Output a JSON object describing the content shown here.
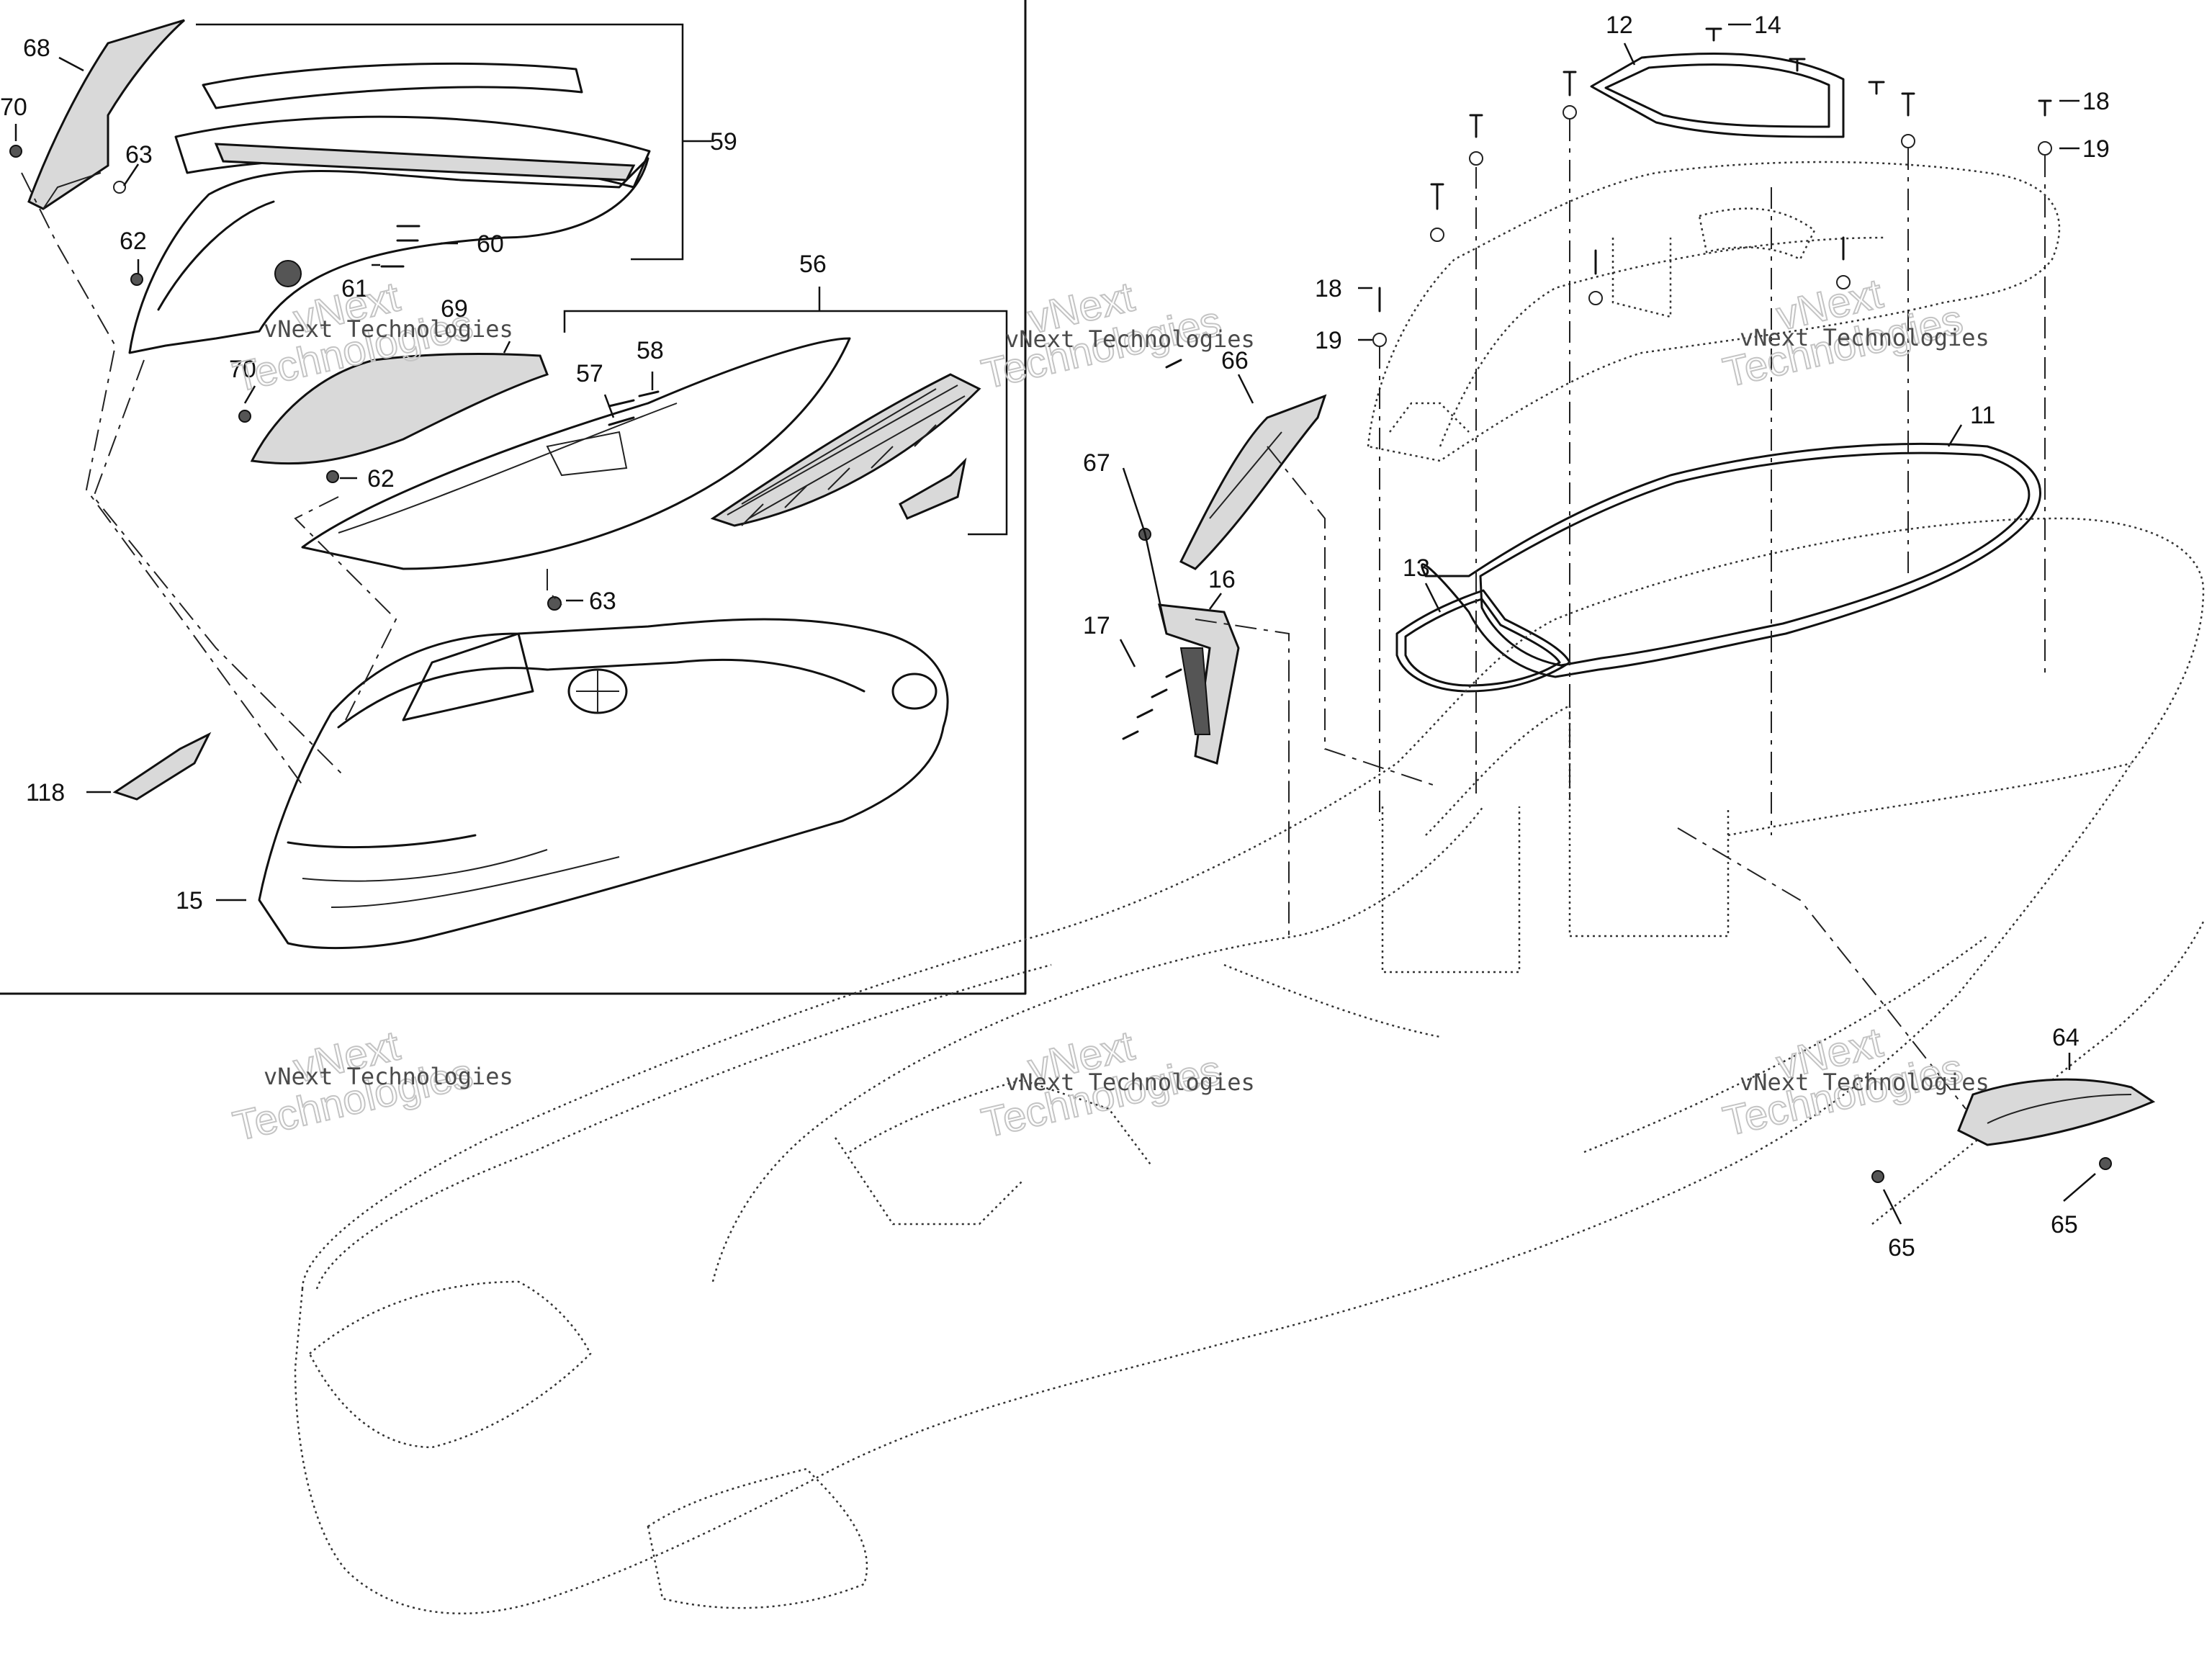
{
  "callouts": {
    "c68": "68",
    "c70a": "70",
    "c63a": "63",
    "c62a": "62",
    "c61": "61",
    "c60": "60",
    "c59": "59",
    "c69": "69",
    "c70b": "70",
    "c57": "57",
    "c58": "58",
    "c56": "56",
    "c62b": "62",
    "c63b": "63",
    "c118": "118",
    "c15": "15",
    "c12": "12",
    "c14": "14",
    "c18a": "18",
    "c19a": "19",
    "c18b": "18",
    "c19b": "19",
    "c11": "11",
    "c13": "13",
    "c66": "66",
    "c67": "67",
    "c16": "16",
    "c17": "17",
    "c64": "64",
    "c65a": "65",
    "c65b": "65"
  },
  "watermark": {
    "line1": "vNext Technologies",
    "line2a": "vNext",
    "line2b": "Technologies"
  }
}
